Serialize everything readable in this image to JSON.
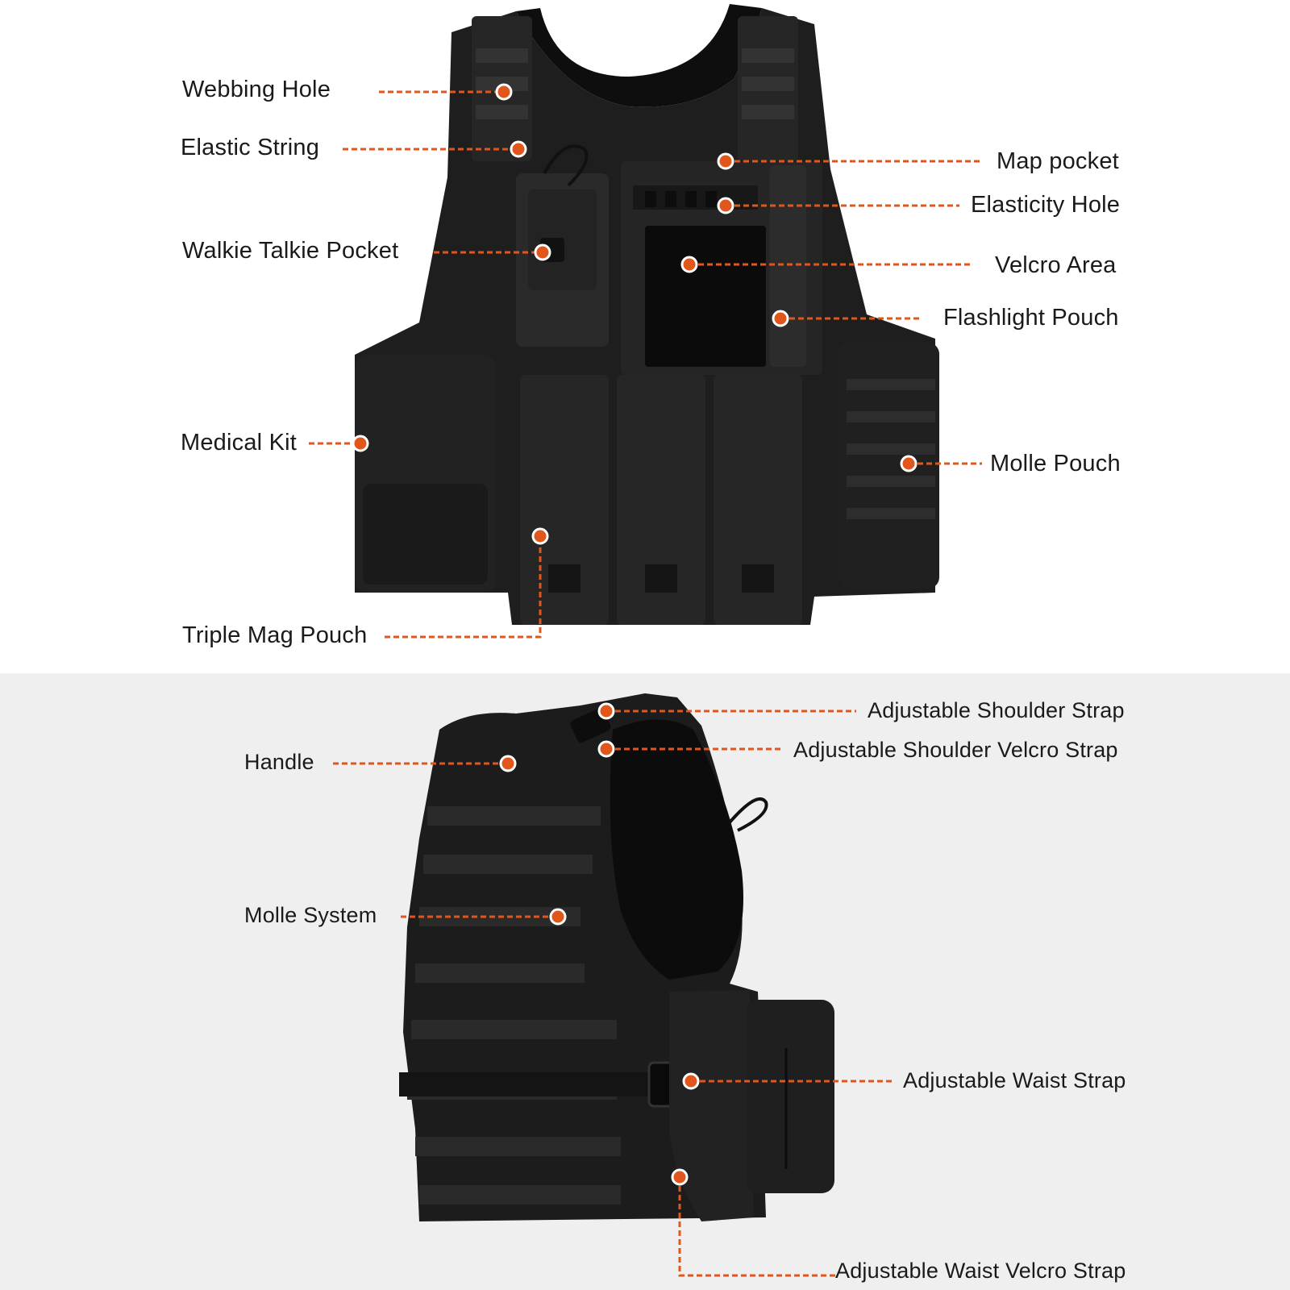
{
  "front_view": {
    "callouts": {
      "webbing_hole": "Webbing Hole",
      "elastic_string": "Elastic String",
      "walkie_talkie_pocket": "Walkie Talkie Pocket",
      "medical_kit": "Medical Kit",
      "triple_mag_pouch": "Triple Mag Pouch",
      "map_pocket": "Map pocket",
      "elasticity_hole": "Elasticity Hole",
      "velcro_area": "Velcro Area",
      "flashlight_pouch": "Flashlight Pouch",
      "molle_pouch": "Molle Pouch"
    }
  },
  "side_view": {
    "callouts": {
      "handle": "Handle",
      "molle_system": "Molle System",
      "adjustable_shoulder_strap": "Adjustable Shoulder Strap",
      "adjustable_shoulder_velcro_strap": "Adjustable Shoulder Velcro Strap",
      "adjustable_waist_strap": "Adjustable Waist Strap",
      "adjustable_waist_velcro_strap": "Adjustable Waist Velcro Strap"
    }
  },
  "colors": {
    "accent": "#e0561b",
    "vest": "#1c1c1c",
    "top_background": "#ffffff",
    "bottom_background": "#efefef"
  }
}
